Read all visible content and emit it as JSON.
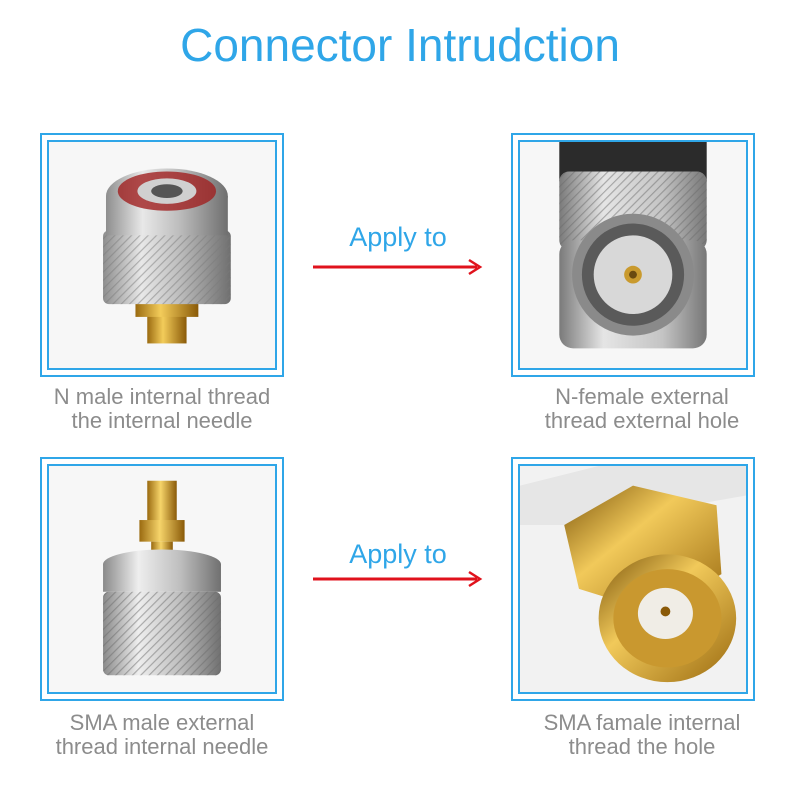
{
  "title": "Connector Intrudction",
  "colors": {
    "accent": "#2fa6e8",
    "arrow": "#e0121c",
    "caption": "#8c8c8c"
  },
  "rows": [
    {
      "left": {
        "line1": "N male internal thread",
        "line2": "the internal needle",
        "icon": "n-male-adapter-photo"
      },
      "apply_label": "Apply to",
      "right": {
        "line1": "N-female external",
        "line2": "thread external hole",
        "icon": "n-female-connector-photo"
      }
    },
    {
      "left": {
        "line1": "SMA male external",
        "line2": "thread internal needle",
        "icon": "sma-male-adapter-photo"
      },
      "apply_label": "Apply to",
      "right": {
        "line1": "SMA famale internal",
        "line2": "thread the hole",
        "icon": "sma-female-connector-photo"
      }
    }
  ]
}
